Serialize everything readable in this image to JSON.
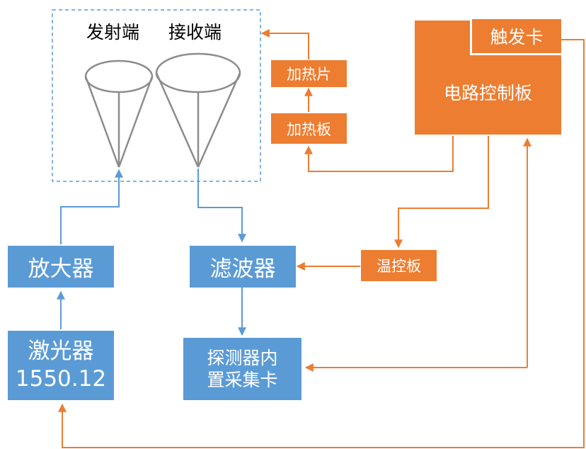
{
  "diagram": {
    "antenna": {
      "transmit_label": "发射端",
      "receive_label": "接收端"
    },
    "blocks": {
      "amplifier": "放大器",
      "laser_name": "激光器",
      "laser_wavelength": "1550.12",
      "filter": "滤波器",
      "detector_line1": "探测器内",
      "detector_line2": "置采集卡",
      "temp_board": "温控板",
      "heater_plate": "加热板",
      "heater_film": "加热片",
      "circuit_board": "电路控制板",
      "trigger_card": "触发卡"
    },
    "colors": {
      "blue": "#5b9bd5",
      "orange": "#ed7d31",
      "cone_stroke": "#8c8c8c"
    }
  }
}
